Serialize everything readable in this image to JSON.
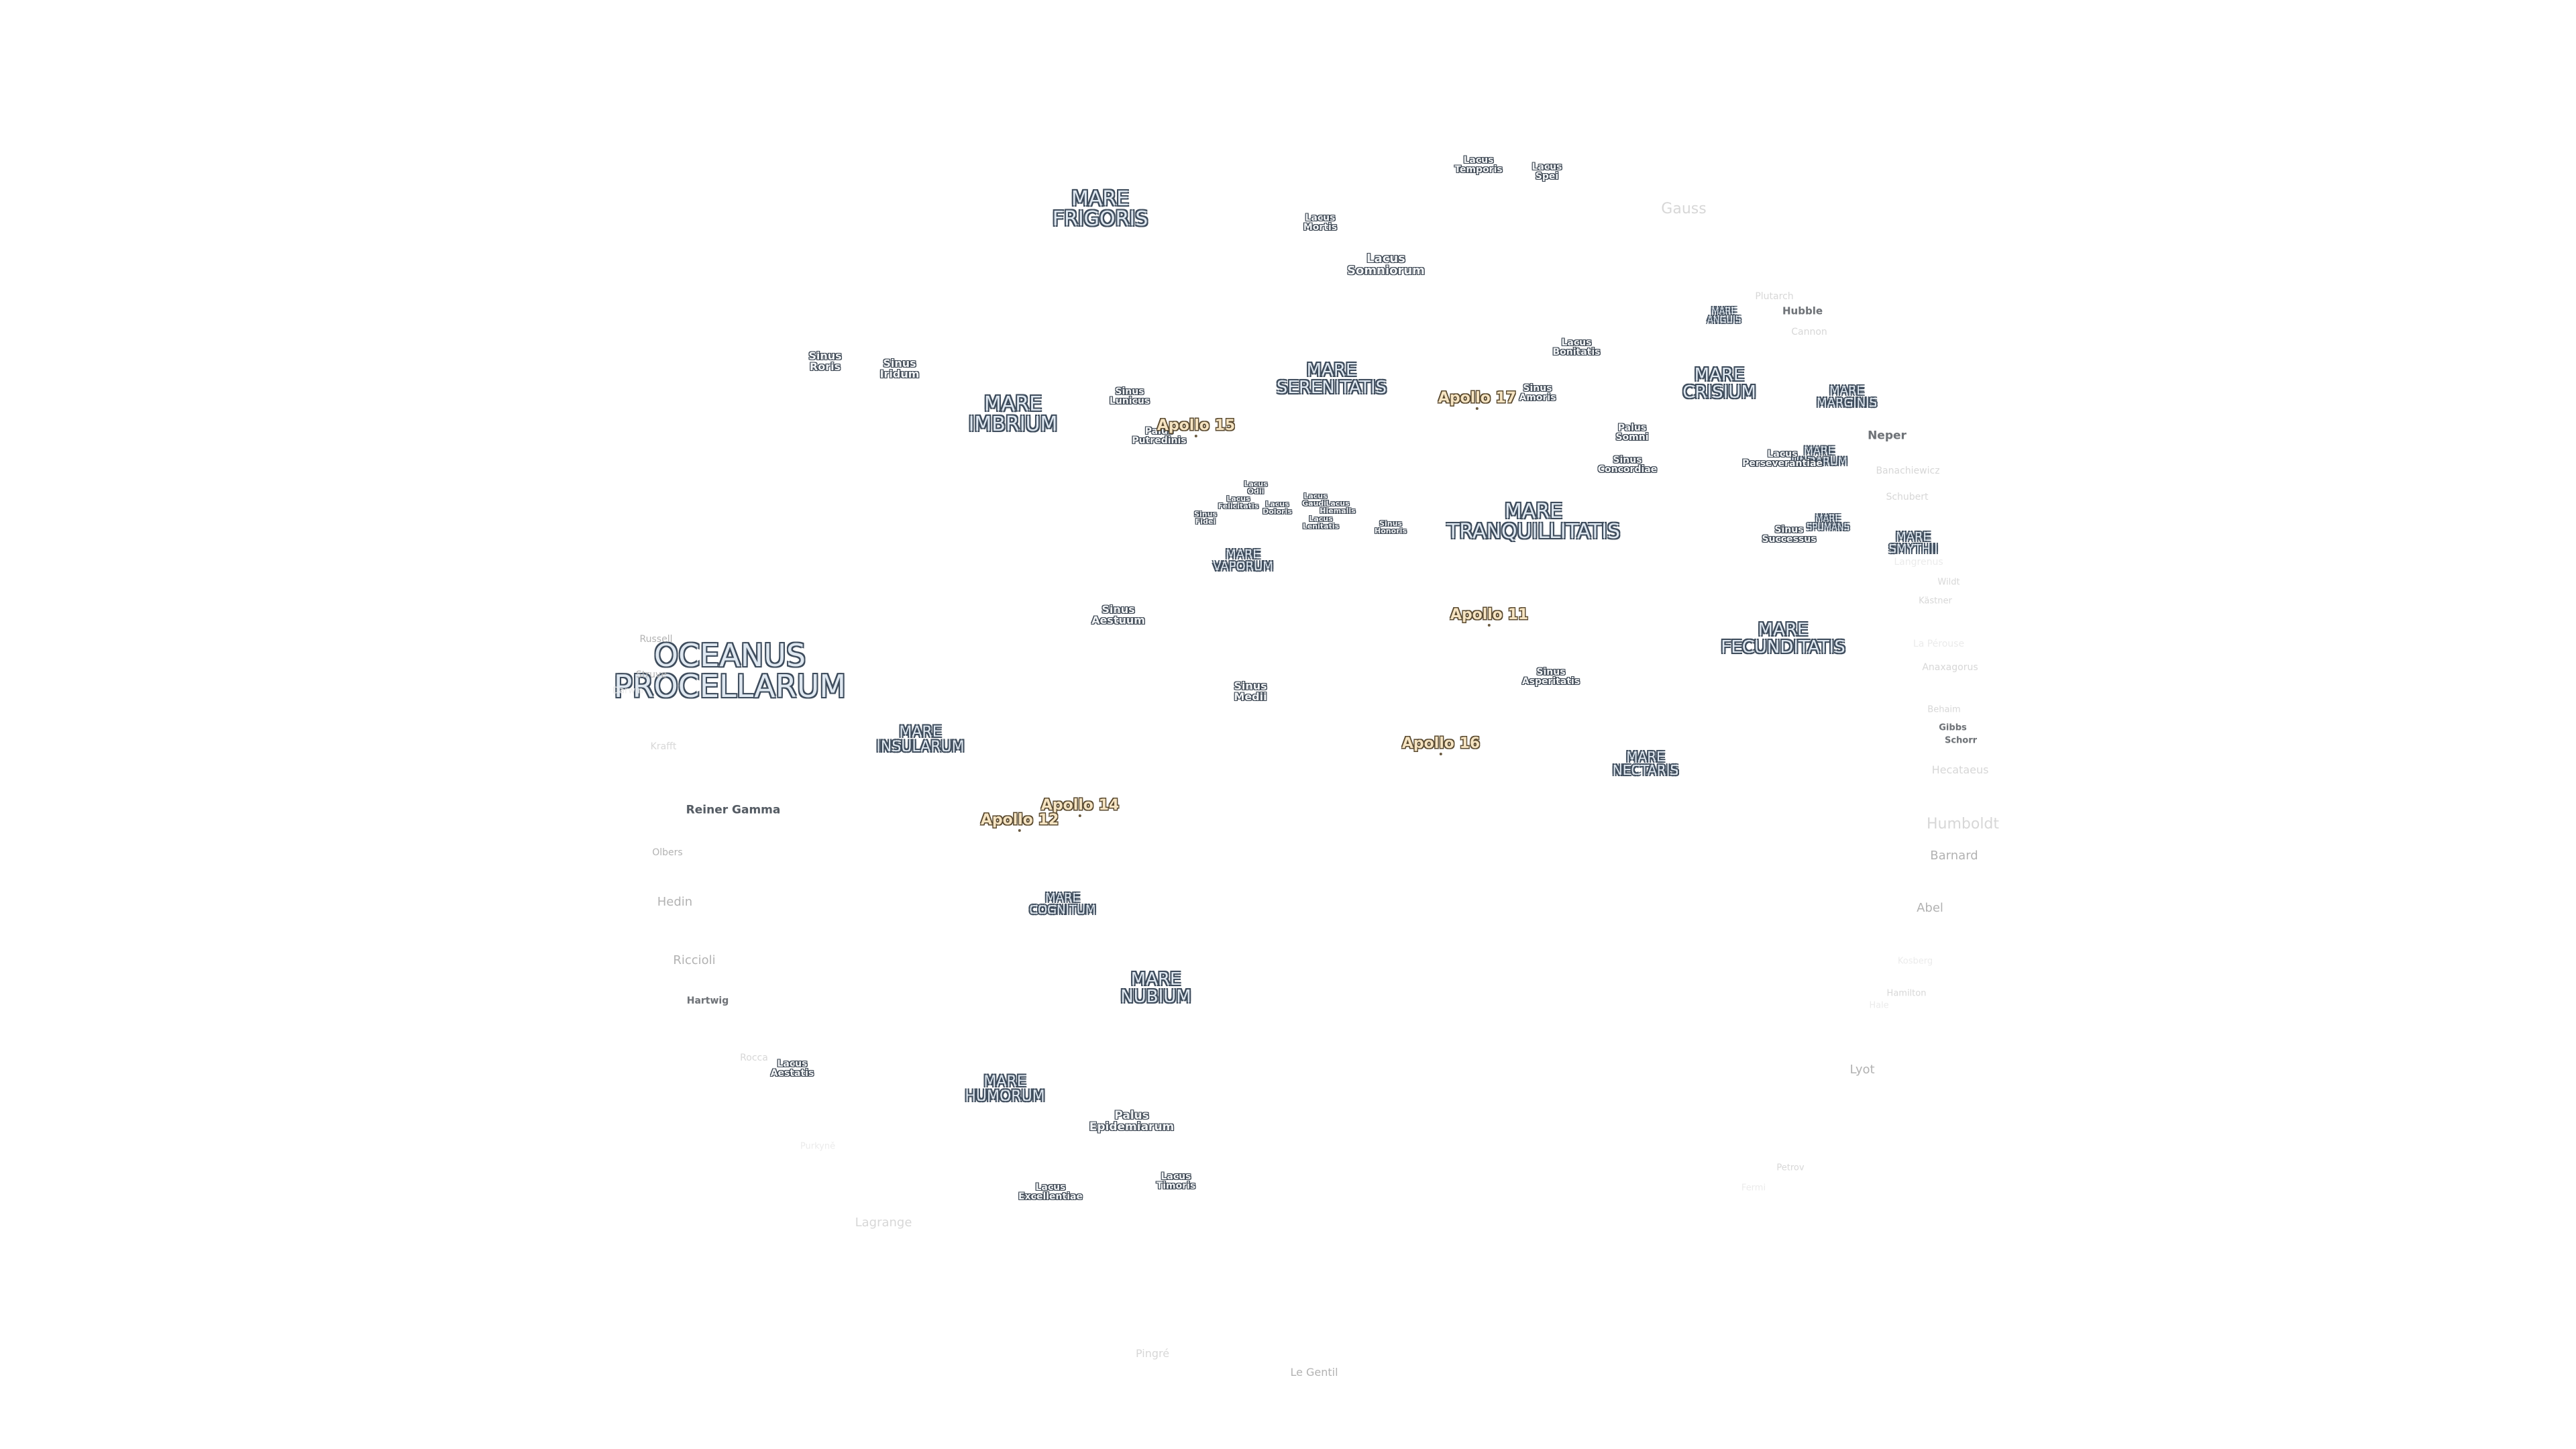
{
  "maria": [
    {
      "l1": "MARE",
      "l2": "FRIGORIS"
    },
    {
      "l1": "MARE",
      "l2": "IMBRIUM"
    },
    {
      "l1": "MARE",
      "l2": "SERENITATIS"
    },
    {
      "l1": "MARE",
      "l2": "TRANQUILLITATIS"
    },
    {
      "l1": "MARE",
      "l2": "CRISIUM"
    },
    {
      "l1": "MARE",
      "l2": "FECUNDITATIS"
    },
    {
      "l1": "MARE",
      "l2": "NECTARIS"
    },
    {
      "l1": "MARE",
      "l2": "VAPORUM"
    },
    {
      "l1": "MARE",
      "l2": "INSULARUM"
    },
    {
      "l1": "MARE",
      "l2": "COGNITUM"
    },
    {
      "l1": "MARE",
      "l2": "NUBIUM"
    },
    {
      "l1": "MARE",
      "l2": "HUMORUM"
    },
    {
      "l1": "MARE",
      "l2": "MARGINIS"
    },
    {
      "l1": "MARE",
      "l2": "SMYTHII"
    },
    {
      "l1": "MARE",
      "l2": "UNDARUM"
    },
    {
      "l1": "MARE",
      "l2": "SPUMANS"
    },
    {
      "l1": "MARE",
      "l2": "ANGUIS"
    },
    {
      "l1": "OCEANUS",
      "l2": "PROCELLARUM"
    }
  ],
  "minor_features": [
    {
      "l1": "Lacus",
      "l2": "Temporis"
    },
    {
      "l1": "Lacus",
      "l2": "Spei"
    },
    {
      "l1": "Lacus",
      "l2": "Mortis"
    },
    {
      "l1": "Lacus",
      "l2": "Somniorum"
    },
    {
      "l1": "Lacus",
      "l2": "Bonitatis"
    },
    {
      "l1": "Sinus",
      "l2": "Amoris"
    },
    {
      "l1": "Palus",
      "l2": "Somni"
    },
    {
      "l1": "Sinus",
      "l2": "Concordiae"
    },
    {
      "l1": "Lacus",
      "l2": "Perseverantiae"
    },
    {
      "l1": "Sinus",
      "l2": "Successus"
    },
    {
      "l1": "Sinus",
      "l2": "Roris"
    },
    {
      "l1": "Sinus",
      "l2": "Iridum"
    },
    {
      "l1": "Sinus",
      "l2": "Lunicus"
    },
    {
      "l1": "Palus",
      "l2": "Putredinis"
    },
    {
      "l1": "Lacus",
      "l2": "Odii"
    },
    {
      "l1": "Lacus",
      "l2": "Felicitatis"
    },
    {
      "l1": "Lacus",
      "l2": "Doloris"
    },
    {
      "l1": "Lacus",
      "l2": "Gaudii"
    },
    {
      "l1": "Lacus",
      "l2": "Hiemalis"
    },
    {
      "l1": "Lacus",
      "l2": "Lenitatis"
    },
    {
      "l1": "Sinus",
      "l2": "Fidei"
    },
    {
      "l1": "Sinus",
      "l2": "Honoris"
    },
    {
      "l1": "Sinus",
      "l2": "Aestuum"
    },
    {
      "l1": "Sinus",
      "l2": "Medii"
    },
    {
      "l1": "Sinus",
      "l2": "Asperitatis"
    },
    {
      "l1": "Palus",
      "l2": "Epidemiarum"
    },
    {
      "l1": "Lacus",
      "l2": "Excellentiae"
    },
    {
      "l1": "Lacus",
      "l2": "Timoris"
    },
    {
      "l1": "Lacus",
      "l2": "Aestatis"
    }
  ],
  "apollo_sites": [
    "Apollo 17",
    "Apollo 15",
    "Apollo 11",
    "Apollo 16",
    "Apollo 14",
    "Apollo 12"
  ],
  "craters": [
    "Gauss",
    "Plutarch",
    "Hubble",
    "Cannon",
    "Neper",
    "Banachiewicz",
    "Schubert",
    "Wildt",
    "Kästner",
    "Langrenus",
    "La Pérouse",
    "Anaxagorus",
    "Behaim",
    "Gibbs",
    "Schorr",
    "Hecataeus",
    "Humboldt",
    "Barnard",
    "Abel",
    "Hamilton",
    "Petrov",
    "Lyot",
    "Hale",
    "Fermi",
    "Pingré",
    "Le Gentil",
    "Lagrange",
    "Reiner Gamma",
    "Russell",
    "Struve",
    "Krafft",
    "Olbers",
    "Hedin",
    "Riccioli",
    "Hartwig",
    "Rocca",
    "Purkyně",
    "Kosberg",
    "Darwin"
  ]
}
